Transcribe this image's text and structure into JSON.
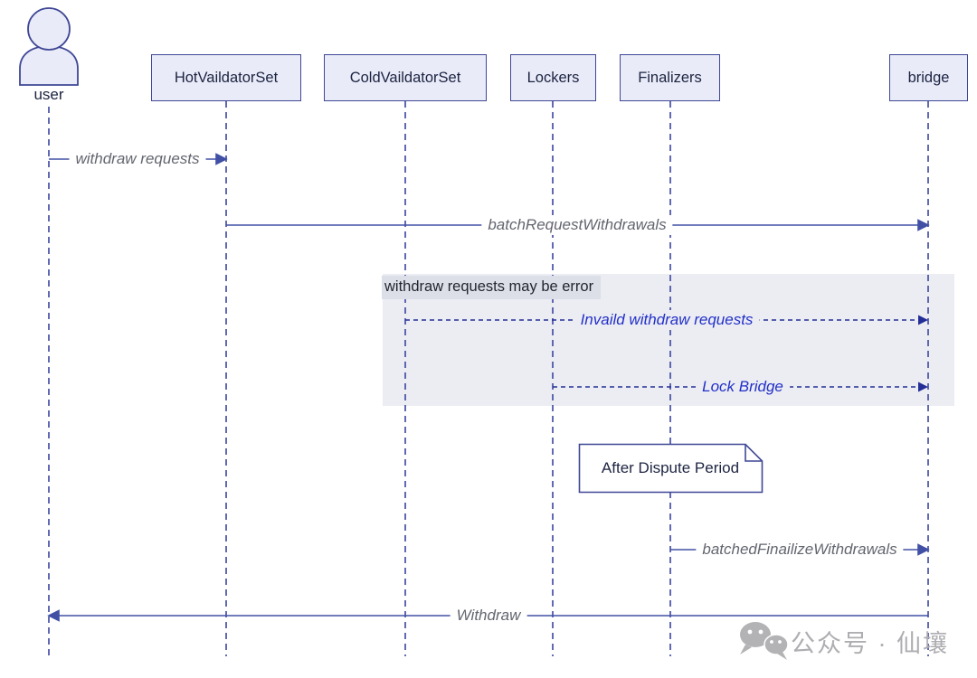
{
  "diagram": {
    "type": "sequence",
    "actors": [
      {
        "id": "user",
        "label": "user",
        "shape": "person"
      },
      {
        "id": "hot",
        "label": "HotVaildatorSet",
        "shape": "box"
      },
      {
        "id": "cold",
        "label": "ColdVaildatorSet",
        "shape": "box"
      },
      {
        "id": "lockers",
        "label": "Lockers",
        "shape": "box"
      },
      {
        "id": "finalizers",
        "label": "Finalizers",
        "shape": "box"
      },
      {
        "id": "bridge",
        "label": "bridge",
        "shape": "box"
      }
    ],
    "messages": [
      {
        "label": "withdraw requests",
        "from": "user",
        "to": "HotVaildatorSet",
        "line": "solid"
      },
      {
        "label": "batchRequestWithdrawals",
        "from": "HotVaildatorSet",
        "to": "bridge",
        "line": "solid"
      },
      {
        "label": "Invaild withdraw requests",
        "from": "ColdVaildatorSet",
        "to": "bridge",
        "line": "dashed"
      },
      {
        "label": "Lock Bridge",
        "from": "Lockers",
        "to": "bridge",
        "line": "dashed"
      },
      {
        "label": "batchedFinailizeWithdrawals",
        "from": "Finalizers",
        "to": "bridge",
        "line": "solid"
      },
      {
        "label": "Withdraw",
        "from": "bridge",
        "to": "user",
        "line": "solid"
      }
    ],
    "highlight_region": {
      "label": "withdraw requests may be error"
    },
    "note": {
      "label": "After Dispute Period",
      "over": "Finalizers"
    },
    "watermark": {
      "icon": "wechat-icon",
      "text": "公众号 · 仙壤"
    },
    "colors": {
      "actor_fill": "#e9ebf8",
      "actor_border": "#3f4795",
      "lifeline": "#3b44a0",
      "solid_arrow": "#4150a5",
      "dashed_arrow": "#232e96",
      "solid_message_text": "#63666f",
      "dashed_message_text": "#2230c8",
      "highlight_fill": "#ecedf3",
      "highlight_label_bg": "#dcdee8",
      "note_fill": "#ffffff",
      "note_border": "#3f4795",
      "watermark_gray": "#aeaeb2"
    }
  }
}
